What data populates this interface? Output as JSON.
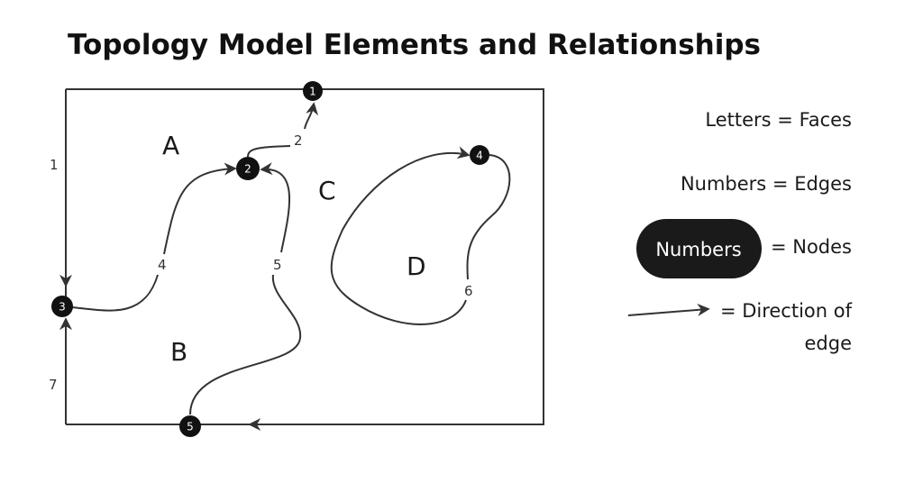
{
  "title": "Topology Model Elements and Relationships",
  "faces": [
    "A",
    "B",
    "C",
    "D"
  ],
  "edges": [
    "1",
    "2",
    "4",
    "5",
    "6",
    "7"
  ],
  "nodes": [
    "1",
    "2",
    "3",
    "4",
    "5"
  ],
  "legend": {
    "faces": "Letters = Faces",
    "edges": "Numbers = Edges",
    "pill": "Numbers",
    "nodes": "= Nodes",
    "direction_line1": "= Direction of",
    "direction_line2": "edge"
  },
  "colors": {
    "node": "#111111",
    "line": "#333333"
  }
}
